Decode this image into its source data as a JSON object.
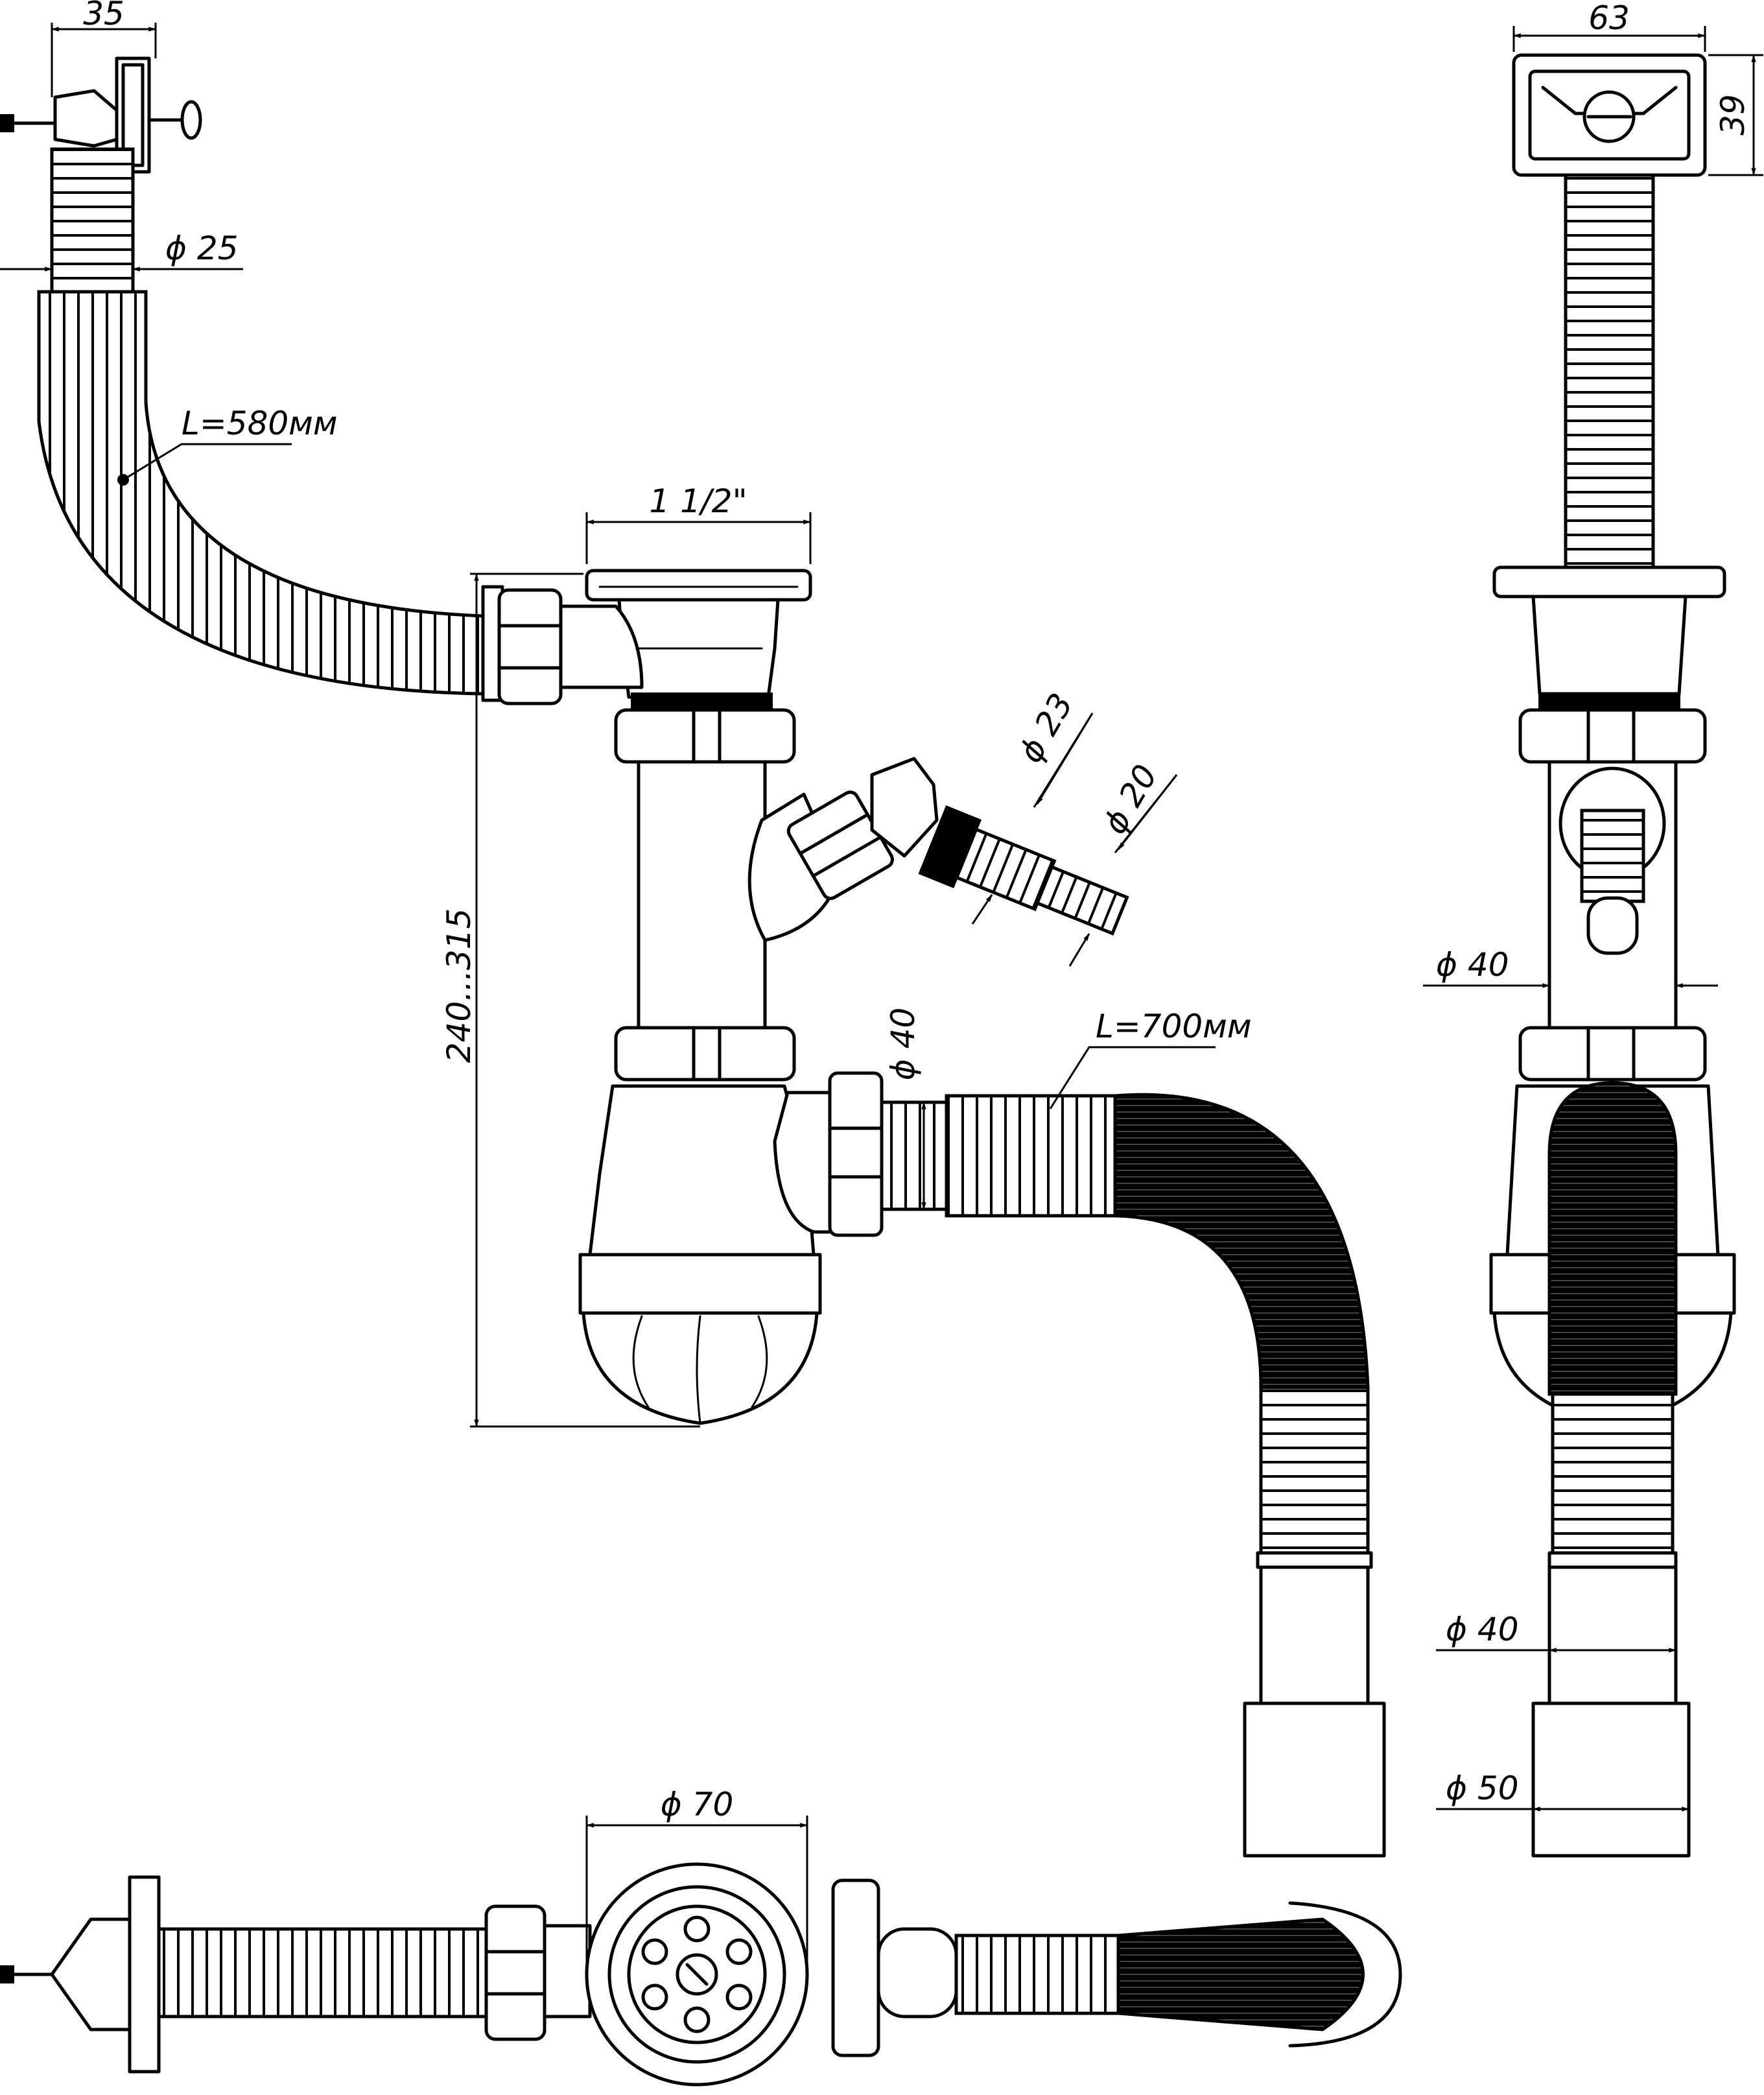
{
  "dimensions": {
    "overflow_plug_depth": "35",
    "overflow_hose_diameter": "ϕ 25",
    "overflow_hose_length": "L=580мм",
    "strainer_thread": "1 1/2\"",
    "siphon_height_range": "240...315",
    "appliance_nozzle_d1": "ϕ 23",
    "appliance_nozzle_d2": "ϕ 20",
    "outlet_pipe_diameter": "ϕ 40",
    "drain_hose_length": "L=700мм",
    "overflow_grille_width": "63",
    "overflow_grille_height": "39",
    "side_pipe_diameter": "ϕ 40",
    "side_outlet_d1": "ϕ 40",
    "side_outlet_d2": "ϕ 50",
    "strainer_diameter": "ϕ 70"
  },
  "colors": {
    "ink": "#000000",
    "paper": "#ffffff"
  }
}
